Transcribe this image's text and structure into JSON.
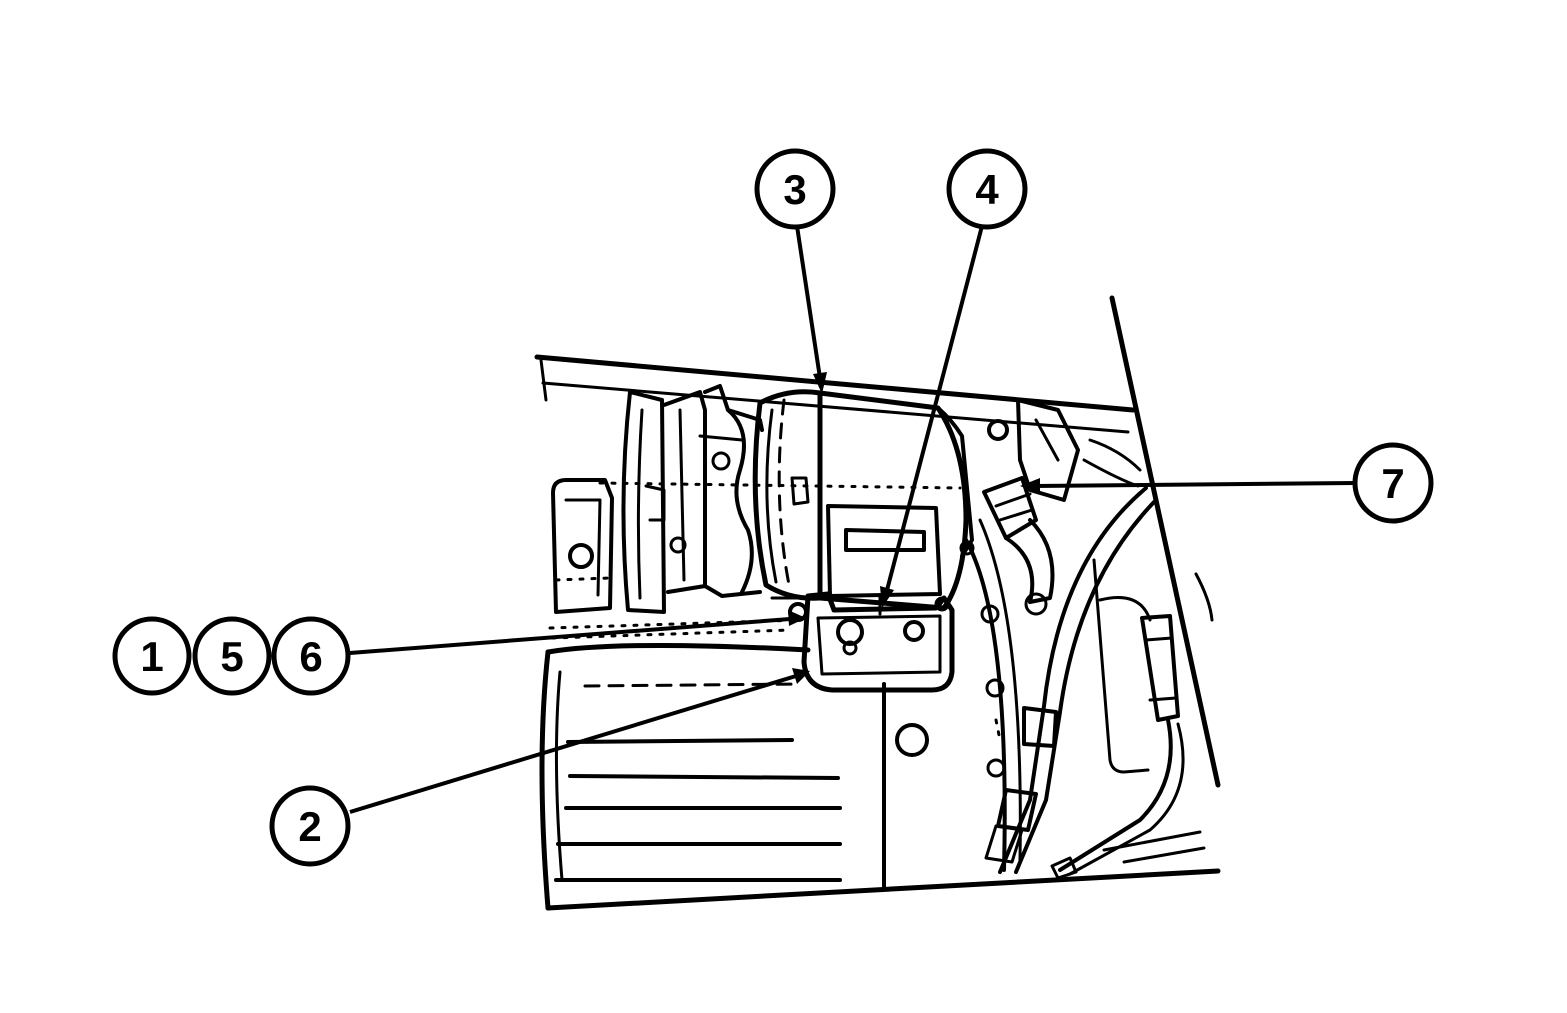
{
  "figure": {
    "line_color": "#000000",
    "background_color": "#ffffff",
    "callouts": [
      {
        "id": "c1",
        "label": "1"
      },
      {
        "id": "c5",
        "label": "5"
      },
      {
        "id": "c6",
        "label": "6"
      },
      {
        "id": "c2",
        "label": "2"
      },
      {
        "id": "c3",
        "label": "3"
      },
      {
        "id": "c4",
        "label": "4"
      },
      {
        "id": "c7",
        "label": "7"
      }
    ]
  }
}
